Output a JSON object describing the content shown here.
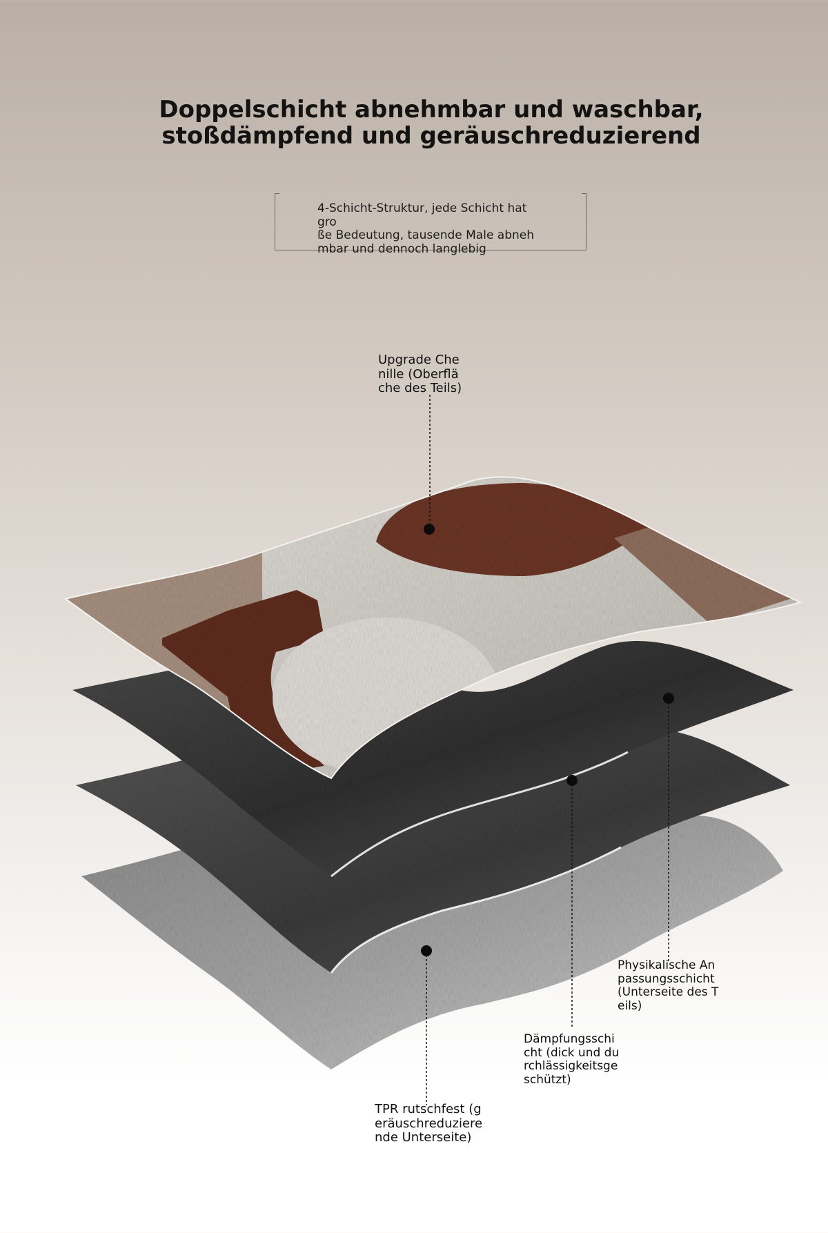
{
  "headline": {
    "line1": "Doppelschicht abnehmbar und waschbar,",
    "line2": "stoßdämpfend und geräuschreduzierend"
  },
  "subtitle": {
    "lines": [
      "4-Schicht-Struktur, jede Schicht hat gro",
      "ße Bedeutung, tausende Male abneh",
      "mbar und dennoch langlebig"
    ]
  },
  "callouts": [
    {
      "lines": [
        "Upgrade Che",
        "nille (Oberflä",
        "che des Teils)"
      ]
    },
    {
      "lines": [
        "Physikalische An",
        "passungsschicht",
        "(Unterseite des T",
        "eils)"
      ]
    },
    {
      "lines": [
        "Dämpfungsschi",
        "cht (dick und du",
        "rchlässigkeitsge",
        "schützt)"
      ]
    },
    {
      "lines": [
        "TPR rutschfest (g",
        "eräuschreduziere",
        "nde Unterseite)"
      ]
    }
  ],
  "colors": {
    "chenille_light": "#dcd8d2",
    "chenille_brown": "#6b3526",
    "chenille_taupe": "#a08674",
    "fit_layer": "#3f3f3f",
    "damping_layer": "#4a4a4a",
    "tpr_layer": "#9a9a9a"
  }
}
